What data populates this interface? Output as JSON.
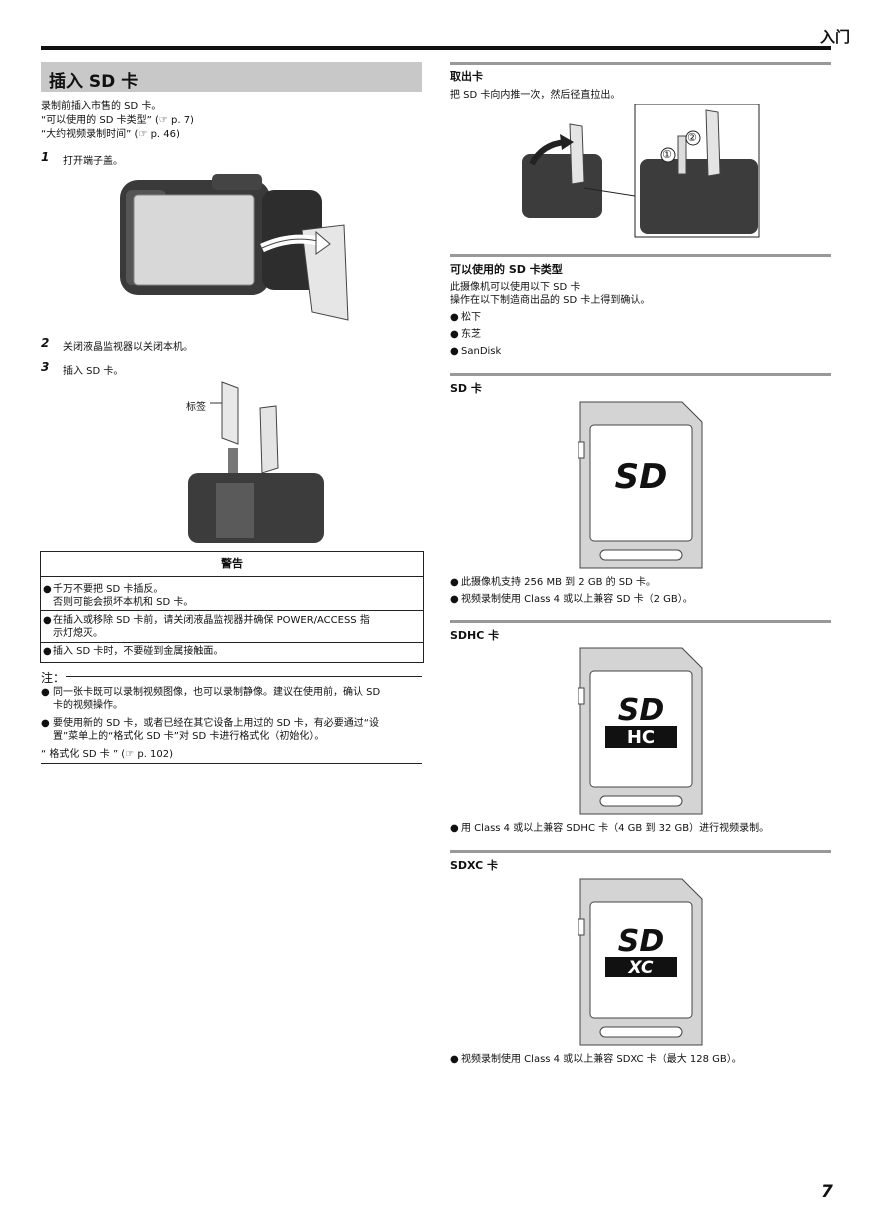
{
  "header": {
    "section": "入门"
  },
  "left": {
    "title": "插入 SD 卡",
    "intro": "录制前插入市售的 SD 卡。",
    "ref1": "“可以使用的 SD 卡类型” (☞ p. 7)",
    "ref2": "“大约视频录制时间” (☞ p. 46)",
    "steps": [
      {
        "num": "1",
        "text": "打开端子盖。"
      },
      {
        "num": "2",
        "text": "关闭液晶监视器以关闭本机。"
      },
      {
        "num": "3",
        "text": "插入 SD 卡。"
      }
    ],
    "label_callout": "标签",
    "warning": {
      "title": "警告",
      "items": [
        {
          "line1": "千万不要把 SD 卡插反。",
          "line2": "否则可能会损坏本机和 SD 卡。"
        },
        {
          "line1": "在插入或移除 SD 卡前，请关闭液晶监视器并确保 POWER/ACCESS 指",
          "line2": "示灯熄灭。"
        },
        {
          "line1": "插入 SD 卡时，不要碰到金属接触面。",
          "line2": ""
        }
      ]
    },
    "note": {
      "label": "注：",
      "items": [
        {
          "line1": "同一张卡既可以录制视频图像，也可以录制静像。建议在使用前，确认 SD",
          "line2": "卡的视频操作。"
        },
        {
          "line1": "要使用新的 SD 卡，或者已经在其它设备上用过的 SD 卡，有必要通过“设",
          "line2": "置”菜单上的“格式化 SD 卡”对 SD 卡进行格式化（初始化）。"
        }
      ],
      "ref": "“ 格式化 SD 卡 ” (☞ p. 102)"
    }
  },
  "right": {
    "remove": {
      "heading": "取出卡",
      "text": "把 SD 卡向内推一次，然后径直拉出。",
      "mark1": "①",
      "mark2": "②"
    },
    "types": {
      "heading": "可以使用的 SD 卡类型",
      "line1": "此摄像机可以使用以下 SD 卡",
      "line2": "操作在以下制造商出品的 SD 卡上得到确认。",
      "makers": [
        "松下",
        "东芝",
        "SanDisk"
      ]
    },
    "sd": {
      "heading": "SD 卡",
      "logo": "SD",
      "bullets": [
        "此摄像机支持 256 MB 到 2 GB 的 SD 卡。",
        "视频录制使用 Class 4 或以上兼容 SD 卡（2 GB）。"
      ]
    },
    "sdhc": {
      "heading": "SDHC 卡",
      "logo": "HC",
      "bullets": [
        "用 Class 4 或以上兼容 SDHC 卡（4 GB 到 32 GB）进行视频录制。"
      ]
    },
    "sdxc": {
      "heading": "SDXC 卡",
      "logo": "XC",
      "bullets": [
        "视频录制使用 Class 4 或以上兼容 SDXC 卡（最大 128 GB）。"
      ]
    }
  },
  "footer": {
    "page": "7"
  }
}
